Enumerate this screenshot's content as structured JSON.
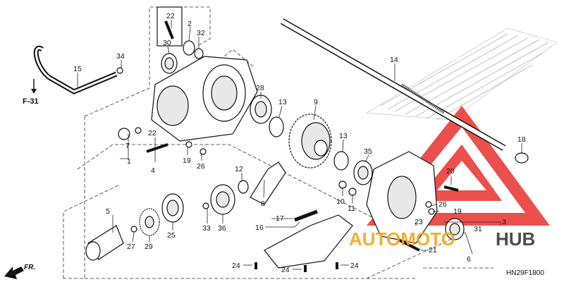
{
  "diagram": {
    "code": "HN29F1800",
    "ref_label": "F-31",
    "direction_label": "FR.",
    "watermark_brand": {
      "part1": "AUTOMOTO",
      "part2": "HUB"
    },
    "colors": {
      "watermark_red": "#e8322f",
      "watermark_orange": "#f5a623",
      "watermark_dark": "#3a3a3a",
      "ink": "#111111"
    },
    "callouts": {
      "c1": "1",
      "c2": "2",
      "c3": "3",
      "c4": "4",
      "c5": "5",
      "c6": "6",
      "c7": "7",
      "c8": "8",
      "c9": "9",
      "c10": "10",
      "c11": "11",
      "c12": "12",
      "c13a": "13",
      "c13b": "13",
      "c14": "14",
      "c15": "15",
      "c16": "16",
      "c17": "17",
      "c18": "18",
      "c19a": "19",
      "c19b": "19",
      "c20": "20",
      "c21": "21",
      "c22a": "22",
      "c22b": "22",
      "c23": "23",
      "c24a": "24",
      "c24b": "24",
      "c24c": "24",
      "c25": "25",
      "c26a": "26",
      "c26b": "26",
      "c27": "27",
      "c28": "28",
      "c29": "29",
      "c30": "30",
      "c31": "31",
      "c32": "32",
      "c33": "33",
      "c34": "34",
      "c35": "35",
      "c36": "36"
    }
  }
}
